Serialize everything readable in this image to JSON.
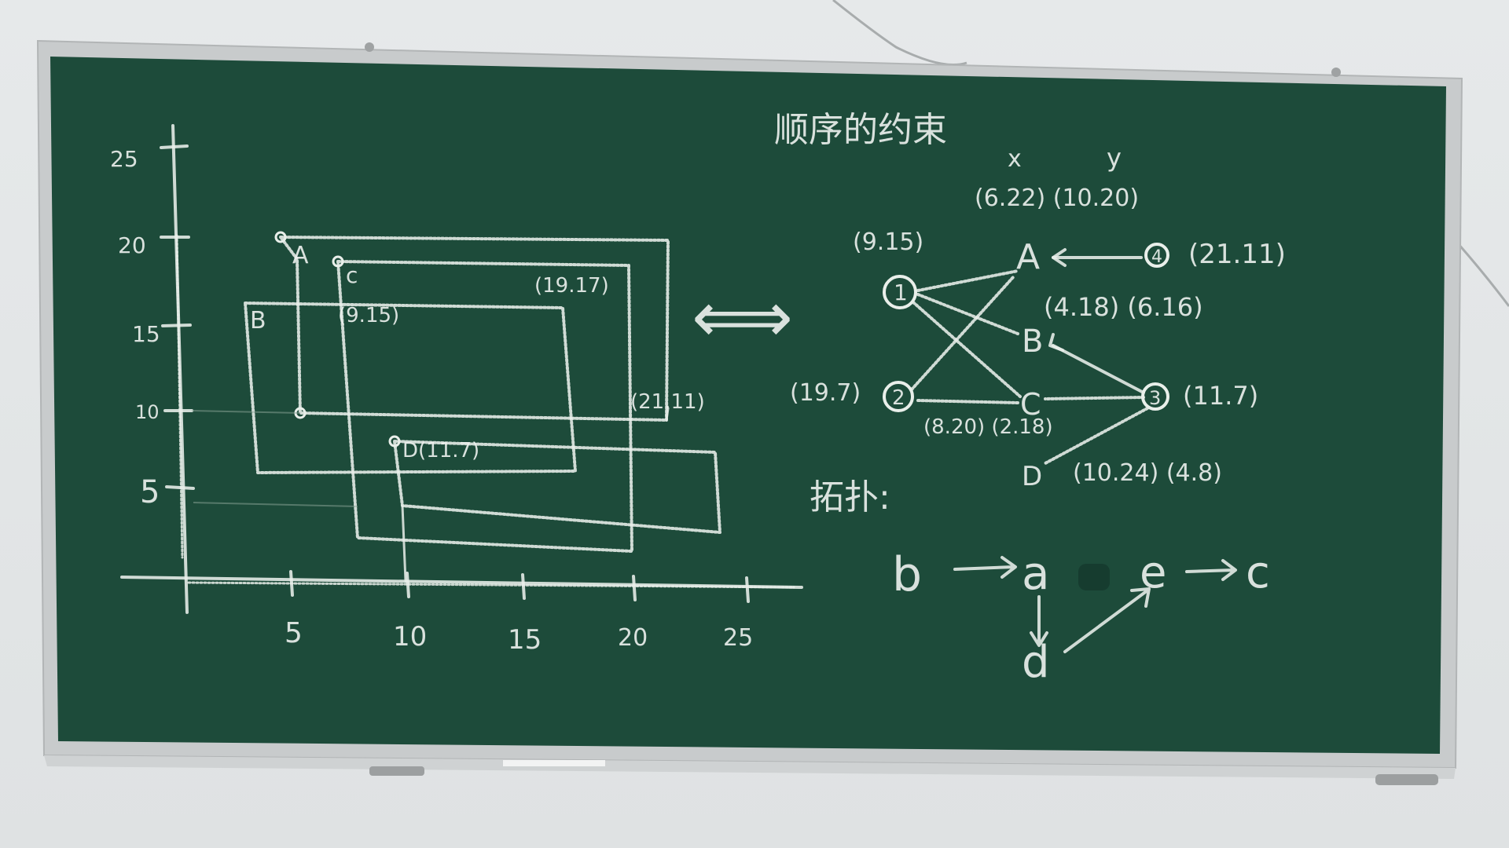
{
  "board": {
    "colors": {
      "wall": "#e3e6e7",
      "board_green": "#1e4a3a",
      "frame": "#c9cccd",
      "chalk": "#eef2ef"
    }
  },
  "left_diagram": {
    "y_axis_ticks": [
      "25",
      "20",
      "15",
      "10",
      "5"
    ],
    "x_axis_ticks": [
      "5",
      "10",
      "15",
      "20",
      "25"
    ],
    "rect_labels": {
      "A": "A",
      "B": "B",
      "C": "c",
      "D": "D(11.7)"
    },
    "coord_labels": {
      "c_corner": "(9.15)",
      "top_right": "(19.17)",
      "right": "(21.11)"
    },
    "arrow": "⟺"
  },
  "right_diagram": {
    "heading": "顺序的约束",
    "col_x": "x",
    "col_y": "y",
    "header_coords": "(6.22) (10.20)",
    "nodes": {
      "n1": "1",
      "n2": "2",
      "n3": "3",
      "n4": "4",
      "A": "A",
      "B": "B",
      "C": "C",
      "D": "D"
    },
    "coords": {
      "n1": "(9.15)",
      "n2": "(19.7)",
      "n3": "(11.7)",
      "n4": "(21.11)",
      "B": "(4.18) (6.16)",
      "C": "(8.20) (2.18)",
      "D": "(10.24) (4.8)"
    },
    "topo_label": "拓扑:",
    "sequence": {
      "b": "b",
      "a": "a",
      "e": "e",
      "c": "c",
      "d": "d"
    }
  }
}
